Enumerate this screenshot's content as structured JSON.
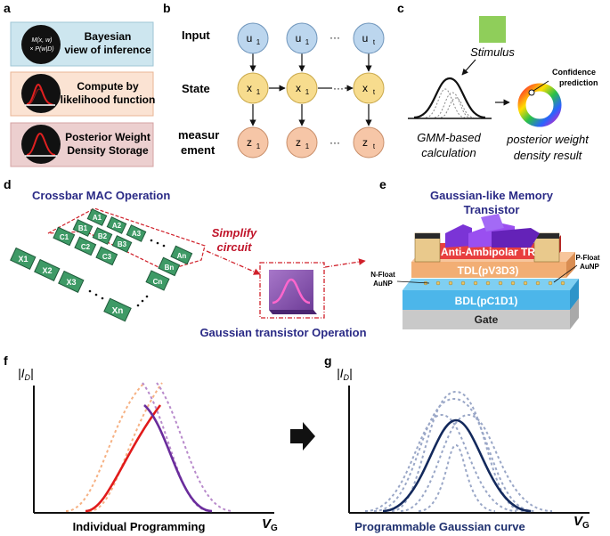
{
  "panel_letters": {
    "a": "a",
    "b": "b",
    "c": "c",
    "d": "d",
    "e": "e",
    "f": "f",
    "g": "g"
  },
  "panel_a": {
    "box1": {
      "line1": "Bayesian",
      "line2": "view of inference",
      "formula_line1": "M(x, w)",
      "formula_line2": "× P(w|D)",
      "color": "#cde6ef"
    },
    "box2": {
      "line1": "Compute by",
      "line2": "likelihood function",
      "color": "#fbe3d3"
    },
    "box3": {
      "line1": "Posterior Weight",
      "line2": "Density Storage",
      "color": "#eccfcf"
    }
  },
  "panel_b": {
    "row_labels": [
      "Input",
      "State",
      "measur",
      "ement"
    ],
    "input_nodes": [
      "u",
      "u",
      "u"
    ],
    "input_subs": [
      "1",
      "1",
      "t"
    ],
    "state_nodes": [
      "x",
      "x",
      "x"
    ],
    "state_subs": [
      "1",
      "1",
      "t"
    ],
    "meas_nodes": [
      "z",
      "z",
      "z"
    ],
    "meas_subs": [
      "1",
      "1",
      "t"
    ],
    "ellipsis": "···",
    "colors": {
      "input": "#bcd6ee",
      "state": "#f7dc8e",
      "meas": "#f6c6a7"
    }
  },
  "panel_c": {
    "stimulus": "Stimulus",
    "confidence": [
      "Confidence",
      "prediction"
    ],
    "gmm": [
      "GMM-based",
      "calculation"
    ],
    "posterior": [
      "posterior weight",
      "density  result"
    ]
  },
  "panel_d": {
    "title": "Crossbar MAC Operation",
    "simplify": [
      "Simplify",
      "circuit"
    ],
    "gaussian_op": "Gaussian transistor Operation",
    "chips": [
      "A1",
      "A2",
      "A3",
      "B1",
      "B2",
      "B3",
      "C1",
      "C2",
      "C3",
      "X1",
      "X2",
      "X3",
      "An",
      "Bn",
      "Cn",
      "Xn"
    ]
  },
  "panel_e": {
    "title": [
      "Gaussian-like Memory",
      "Transistor"
    ],
    "layers": {
      "anti": "Anti-Ambipolar TR",
      "tdl": "TDL(pV3D3)",
      "bdl": "BDL(pC1D1)",
      "gate": "Gate"
    },
    "n_float": [
      "N-Float",
      "AuNP"
    ],
    "p_float": [
      "P-Float",
      "AuNP"
    ]
  },
  "panel_f": {
    "y_label": "|I",
    "y_sub": "D",
    "y_end": "|",
    "x_label": "V",
    "x_sub": "G",
    "caption": "Individual Programming"
  },
  "panel_g": {
    "y_label": "|I",
    "y_sub": "D",
    "y_end": "|",
    "x_label": "V",
    "x_sub": "G",
    "caption": "Programmable Gaussian curve"
  }
}
